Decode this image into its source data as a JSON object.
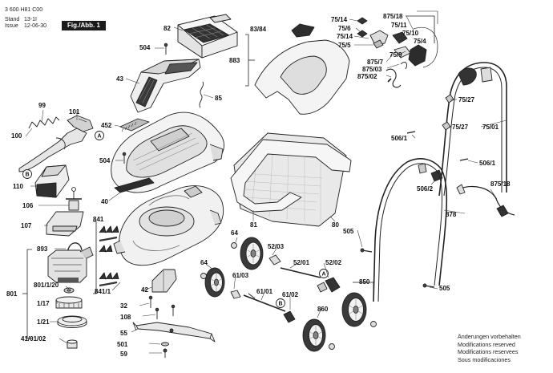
{
  "header": {
    "doc_number": "3 600 H81 C00",
    "stand_label": "Stand",
    "issue_label": "Issue",
    "date": "12-06-30",
    "stamp_text": "13-1I",
    "fig_label": "Fig./Abb. 1"
  },
  "notes": [
    "Änderungen vorbehalten",
    "Modifications reserved",
    "Modifications reservees",
    "Sous modificaciones"
  ],
  "callouts": [
    "A",
    "B",
    "A",
    "B"
  ],
  "parts": {
    "p82": "82",
    "p504a": "504",
    "p883": "883",
    "p8384": "83/84",
    "p43": "43",
    "p85": "85",
    "p99": "99",
    "p101": "101",
    "p100": "100",
    "p452": "452",
    "p504b": "504",
    "p110": "110",
    "p40": "40",
    "p106": "106",
    "p107": "107",
    "p81": "81",
    "p80": "80",
    "p7514": "75/14",
    "p756": "75/6",
    "p87518a": "875/18",
    "p7511": "75/11",
    "p7510": "75/10",
    "p754": "75/4",
    "p755": "75/5",
    "p759": "75/9",
    "p8757": "875/7",
    "p87503": "875/03",
    "p87502": "875/02",
    "p7527a": "75/27",
    "p7527b": "75/27",
    "p7501": "75/01",
    "p5061a": "506/1",
    "p5061b": "506/1",
    "p5062": "506/2",
    "p87518b": "875/18",
    "p878": "878",
    "p841": "841",
    "p893": "893",
    "p801": "801",
    "p801120": "801/1/20",
    "p117": "1/17",
    "p121": "1/21",
    "p410102": "41/01/02",
    "p8411": "841/1",
    "p42": "42",
    "p32": "32",
    "p108": "108",
    "p55": "55",
    "p501": "501",
    "p59": "59",
    "p64a": "64",
    "p64b": "64",
    "p5203": "52/03",
    "p5201": "52/01",
    "p5202": "52/02",
    "p6103": "61/03",
    "p6101": "61/01",
    "p6102": "61/02",
    "p505a": "505",
    "p505b": "505",
    "p850": "850",
    "p860": "860"
  }
}
